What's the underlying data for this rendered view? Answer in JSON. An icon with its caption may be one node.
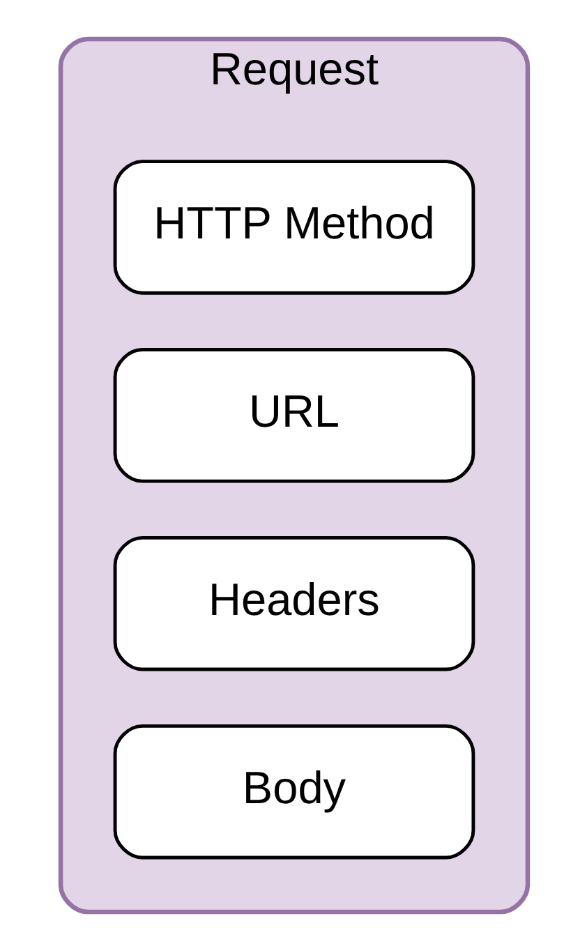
{
  "diagram": {
    "nodes": [
      {
        "text": [
          "Request"
        ]
      },
      {
        "text": [
          "HTTP Method"
        ],
        "in": 0
      },
      {
        "text": [
          "URL"
        ],
        "in": 0
      },
      {
        "text": [
          "Headers"
        ],
        "in": 0
      },
      {
        "text": [
          "Body"
        ],
        "in": 0
      }
    ]
  }
}
